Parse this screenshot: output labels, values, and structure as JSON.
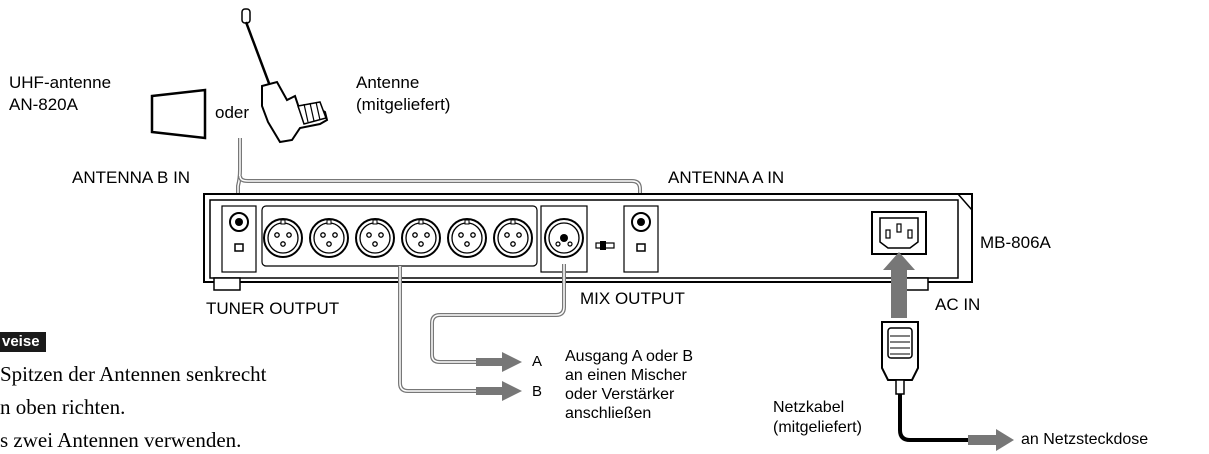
{
  "labels": {
    "uhf_antenna": [
      "UHF-antenne",
      "AN-820A"
    ],
    "oder": "oder",
    "supplied_antenna": [
      "Antenne",
      "(mitgeliefert)"
    ],
    "antenna_b_in": "ANTENNA B IN",
    "antenna_a_in": "ANTENNA A IN",
    "model": "MB-806A",
    "tuner_output": "TUNER OUTPUT",
    "mix_output": "MIX OUTPUT",
    "ac_in": "AC IN",
    "out_a": "A",
    "out_b": "B",
    "output_desc": [
      "Ausgang A oder B",
      "an einen Mischer",
      "oder Verstärker",
      "anschließen"
    ],
    "power_cable": [
      "Netzkabel",
      "(mitgeliefert)"
    ],
    "outlet": "an Netzsteckdose"
  },
  "notes": {
    "badge": "veise",
    "lines": [
      "Spitzen der Antennen senkrecht",
      "n oben richten.",
      "s zwei Antennen verwenden."
    ]
  },
  "colors": {
    "cable": "#777777",
    "line": "#000000",
    "badge_bg": "#1a1a1a"
  }
}
